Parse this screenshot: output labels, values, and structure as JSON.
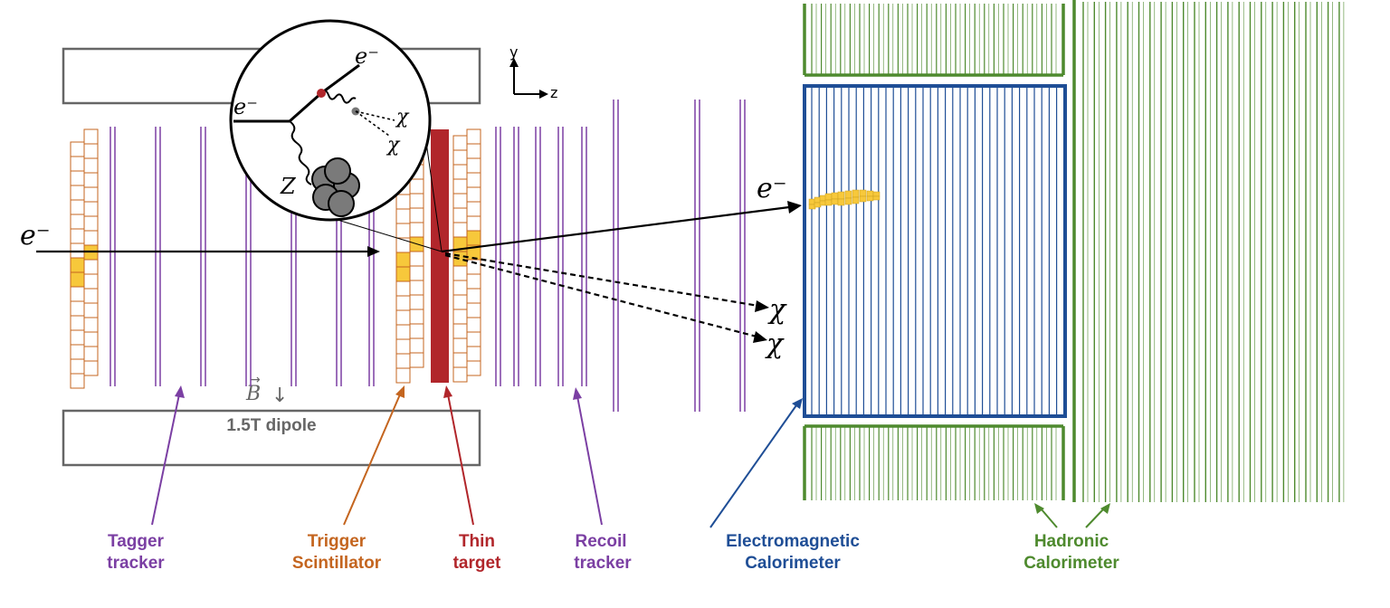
{
  "labels": {
    "tagger_1": "Tagger",
    "tagger_2": "tracker",
    "trigger_1": "Trigger",
    "trigger_2": "Scintillator",
    "target_1": "Thin",
    "target_2": "target",
    "recoil_1": "Recoil",
    "recoil_2": "tracker",
    "ecal_1": "Electromagnetic",
    "ecal_2": "Calorimeter",
    "hcal_1": "Hadronic",
    "hcal_2": "Calorimeter",
    "dipole": "1.5T dipole",
    "b_field": "B",
    "b_arrow": "↓",
    "axis_y": "y",
    "axis_z": "z",
    "beam_electron": "e⁻",
    "out_electron": "e⁻",
    "chi_1": "χ",
    "chi_2": "χ",
    "inset_in_electron": "e⁻",
    "inset_out_electron": "e⁻",
    "inset_chi_1": "χ",
    "inset_chi_2": "χ",
    "inset_nucleus": "Z"
  },
  "colors": {
    "tracker": "#7b3fa3",
    "scintillator": "#c4651f",
    "hit": "#f7c83b",
    "target": "#b1262b",
    "ecal": "#1f4e96",
    "hcal": "#4e8a2e",
    "magnet": "#666666",
    "ink": "#000000"
  }
}
